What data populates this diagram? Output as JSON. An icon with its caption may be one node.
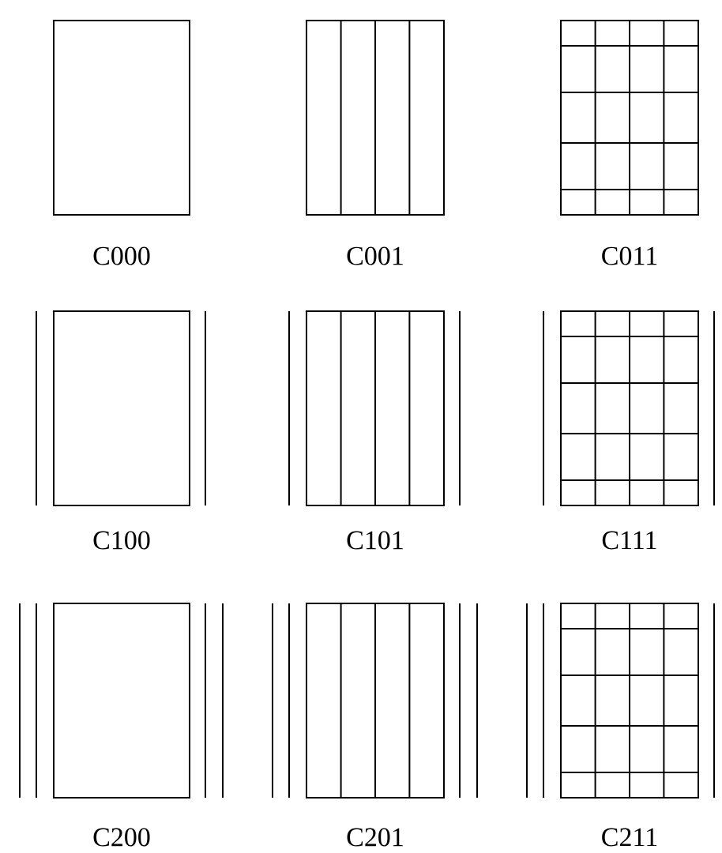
{
  "diagram": {
    "labels": [
      "C000",
      "C001",
      "C011",
      "C100",
      "C101",
      "C111",
      "C200",
      "C201",
      "C211"
    ]
  }
}
